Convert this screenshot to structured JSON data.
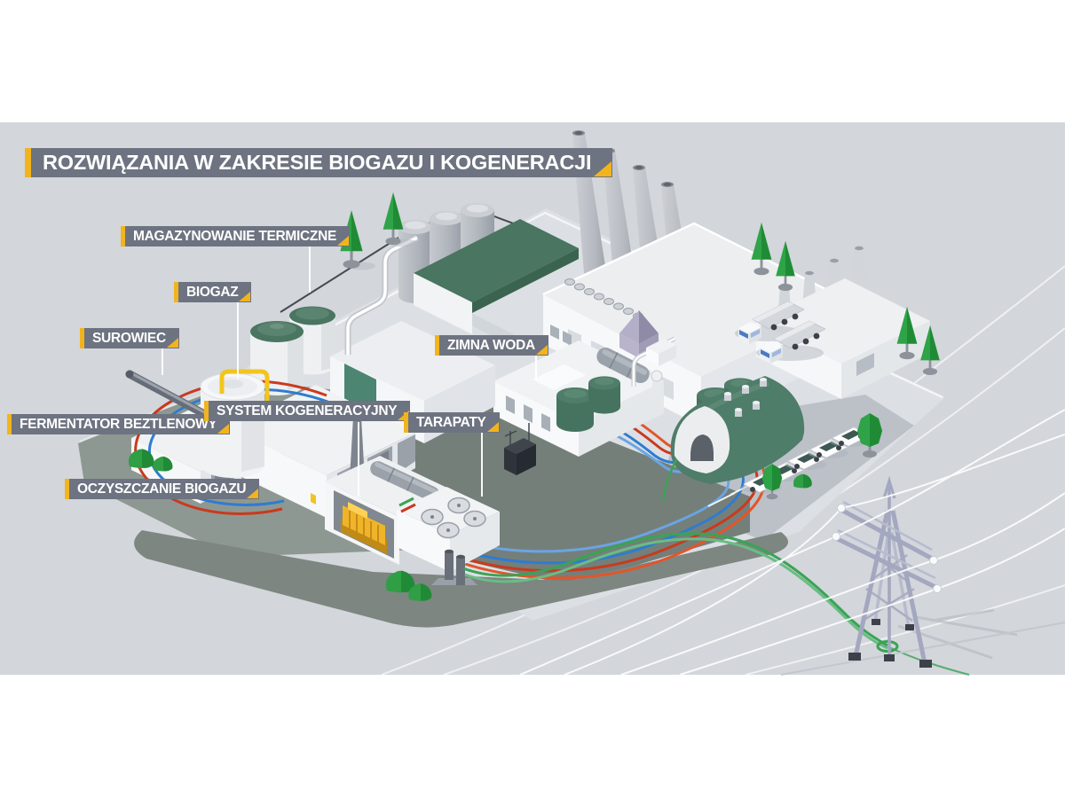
{
  "title": "ROZWIĄZANIA W ZAKRESIE BIOGAZU I KOGENERACJI",
  "labels": {
    "magazynowanie_termiczne": "MAGAZYNOWANIE TERMICZNE",
    "biogaz": "BIOGAZ",
    "surowiec": "SUROWIEC",
    "fermentator_beztlenowy": "FERMENTATOR BEZTLENOWY",
    "system_kogeneracyjny": "SYSTEM KOGENERACYJNY",
    "zimna_woda": "ZIMNA WODA",
    "tarapaty": "TARAPATY",
    "oczyszczanie_biogazu": "OCZYSZCZANIE BIOGAZU"
  },
  "colors": {
    "accent_yellow": "#f2b41d",
    "tag_gray": "#6d7380",
    "background_band": "#d3d6db",
    "roof_green": "#4a7560",
    "tree_green": "#2fa347",
    "pipe_blue": "#2e7cd0",
    "pipe_red": "#c93a1e",
    "pipe_green": "#3aa356",
    "engine_yellow": "#f0b429"
  }
}
